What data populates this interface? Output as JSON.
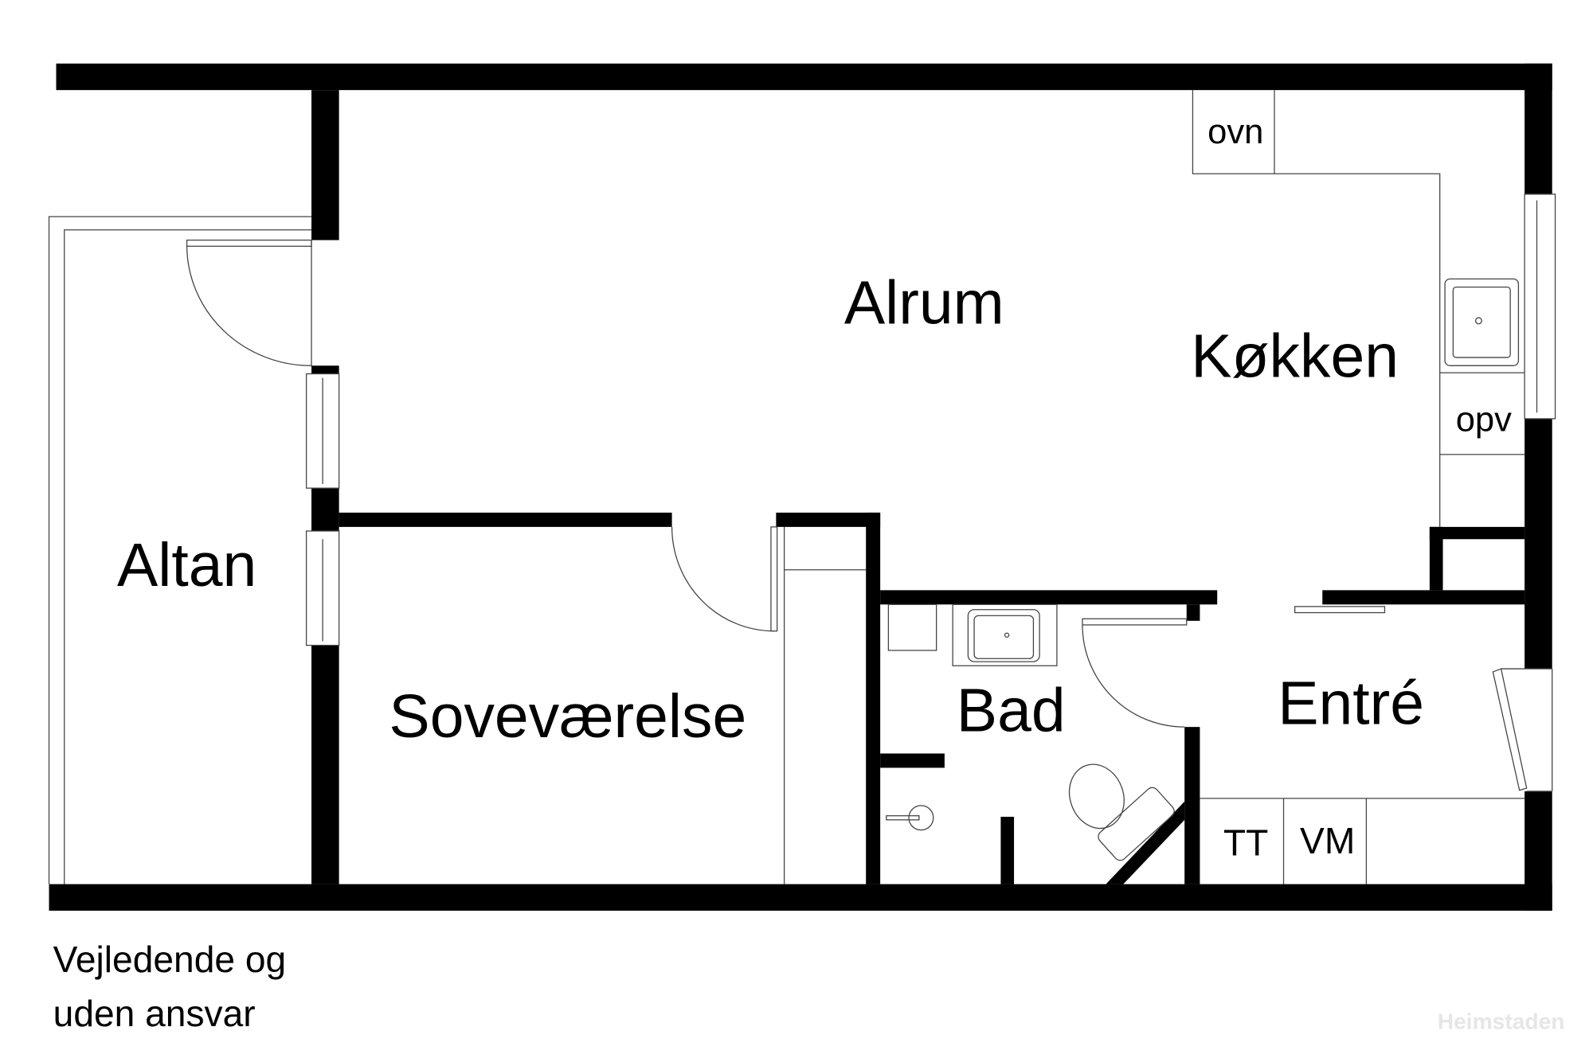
{
  "floorplan": {
    "rooms": {
      "alrum": "Alrum",
      "kokken": "Køkken",
      "altan": "Altan",
      "sovevaerelse": "Soveværelse",
      "bad": "Bad",
      "entre": "Entré"
    },
    "fixtures": {
      "ovn": "ovn",
      "opv": "opv",
      "tt": "TT",
      "vm": "VM"
    },
    "disclaimer": {
      "line1": "Vejledende og",
      "line2": "uden ansvar"
    },
    "watermark": "Heimstaden"
  },
  "colors": {
    "wall": "#000000",
    "line": "#444444",
    "watermark": "#e6e6e6"
  }
}
